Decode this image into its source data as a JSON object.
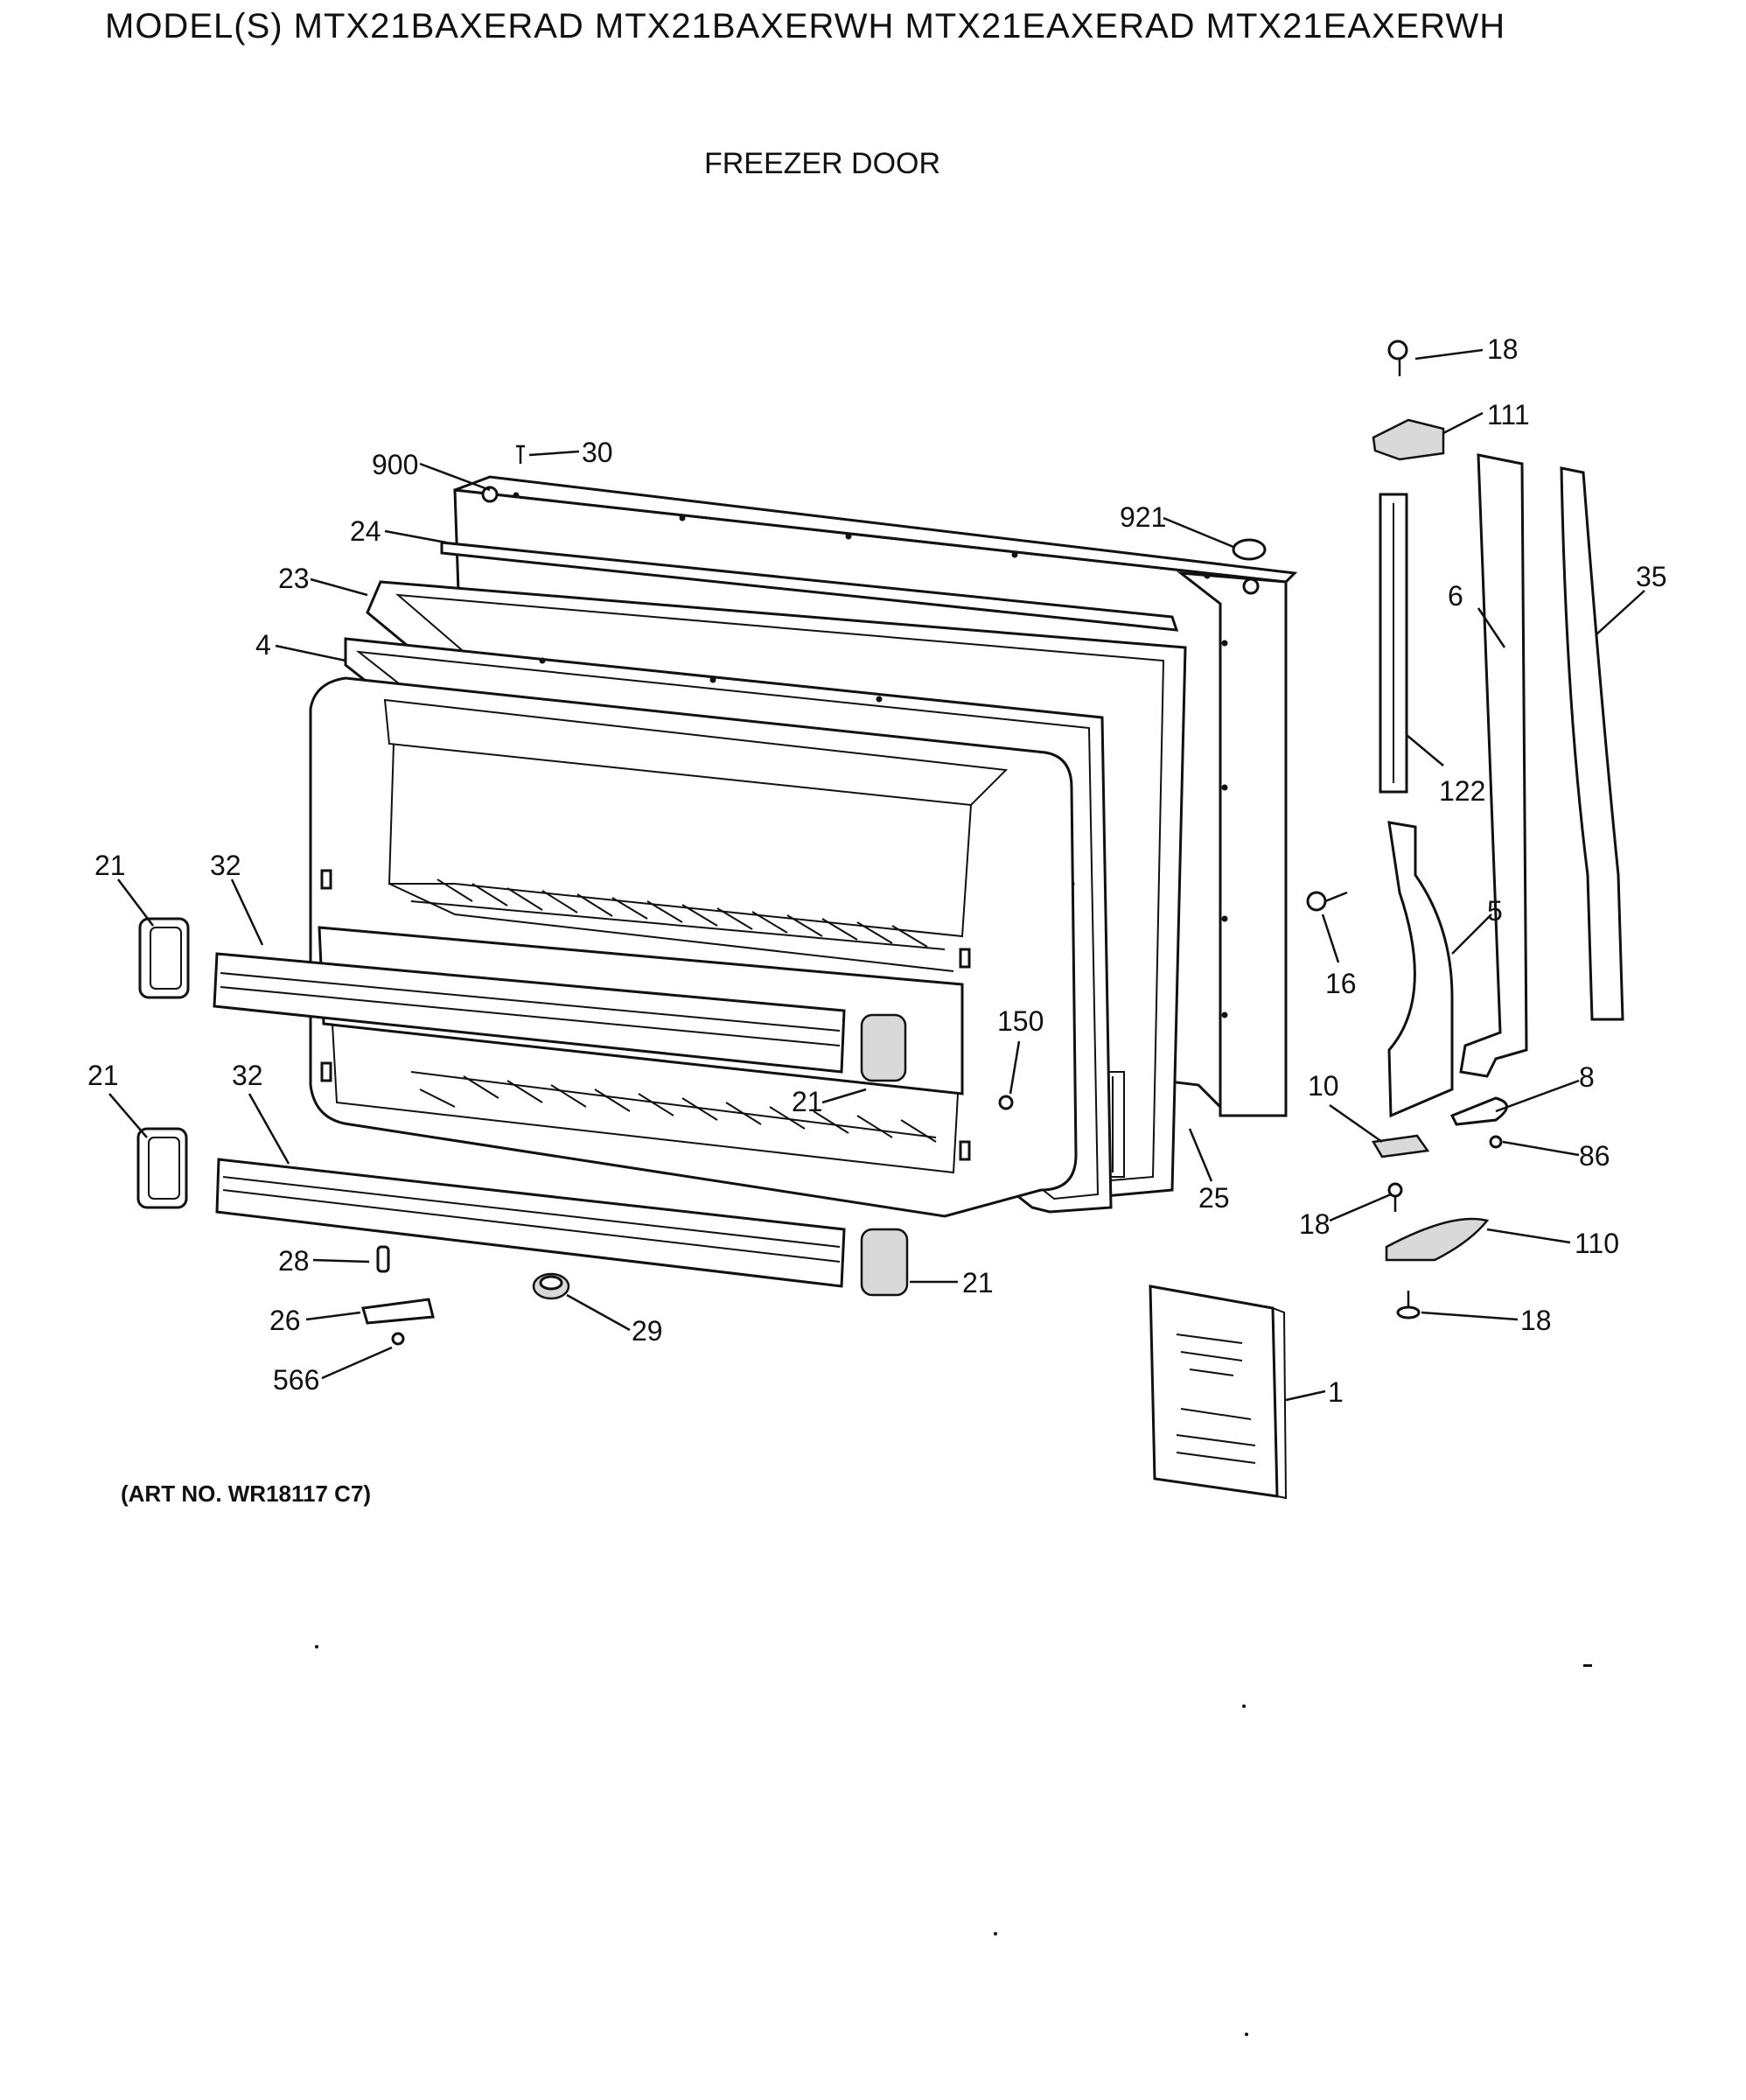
{
  "header": {
    "title": "MODEL(S) MTX21BAXERAD  MTX21BAXERWH  MTX21EAXERAD  MTX21EAXERWH",
    "section": "FREEZER DOOR"
  },
  "footer": {
    "art_number": "(ART NO. WR18117 C7)"
  },
  "callouts": {
    "c18a": "18",
    "c111": "111",
    "c30": "30",
    "c900": "900",
    "c921": "921",
    "c24": "24",
    "c23": "23",
    "c4": "4",
    "c6": "6",
    "c35": "35",
    "c122": "122",
    "c21a": "21",
    "c32a": "32",
    "c5": "5",
    "c16": "16",
    "c150": "150",
    "c21b": "21",
    "c21c": "21",
    "c32b": "32",
    "c10": "10",
    "c8": "8",
    "c86": "86",
    "c25": "25",
    "c18b": "18",
    "c110": "110",
    "c28": "28",
    "c21d": "21",
    "c26": "26",
    "c29": "29",
    "c18c": "18",
    "c566": "566",
    "c1": "1"
  }
}
